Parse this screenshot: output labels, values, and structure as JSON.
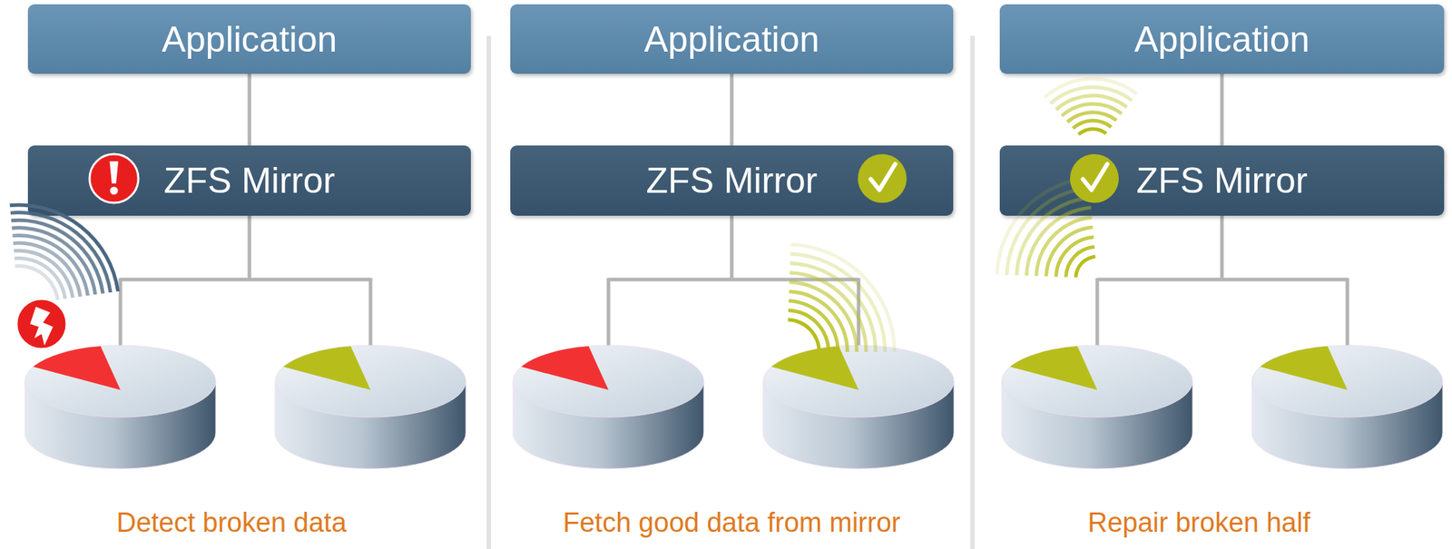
{
  "diagram": {
    "nodes": [
      {
        "text": [
          "Application"
        ]
      },
      {
        "text": [
          "ZFS Mirror"
        ]
      },
      {
        "text": [
          "Application"
        ]
      },
      {
        "text": [
          "ZFS Mirror"
        ]
      },
      {
        "text": [
          "Application"
        ]
      },
      {
        "text": [
          "ZFS Mirror"
        ]
      }
    ],
    "edges": [
      {
        "from": 0,
        "to": 1,
        "arrow": "none"
      },
      {
        "from": 2,
        "to": 3,
        "arrow": "none"
      },
      {
        "from": 4,
        "to": 5,
        "arrow": "none"
      }
    ],
    "labels": [
      "Detect broken data",
      "Fetch good data from mirror",
      "Repair broken half"
    ]
  }
}
